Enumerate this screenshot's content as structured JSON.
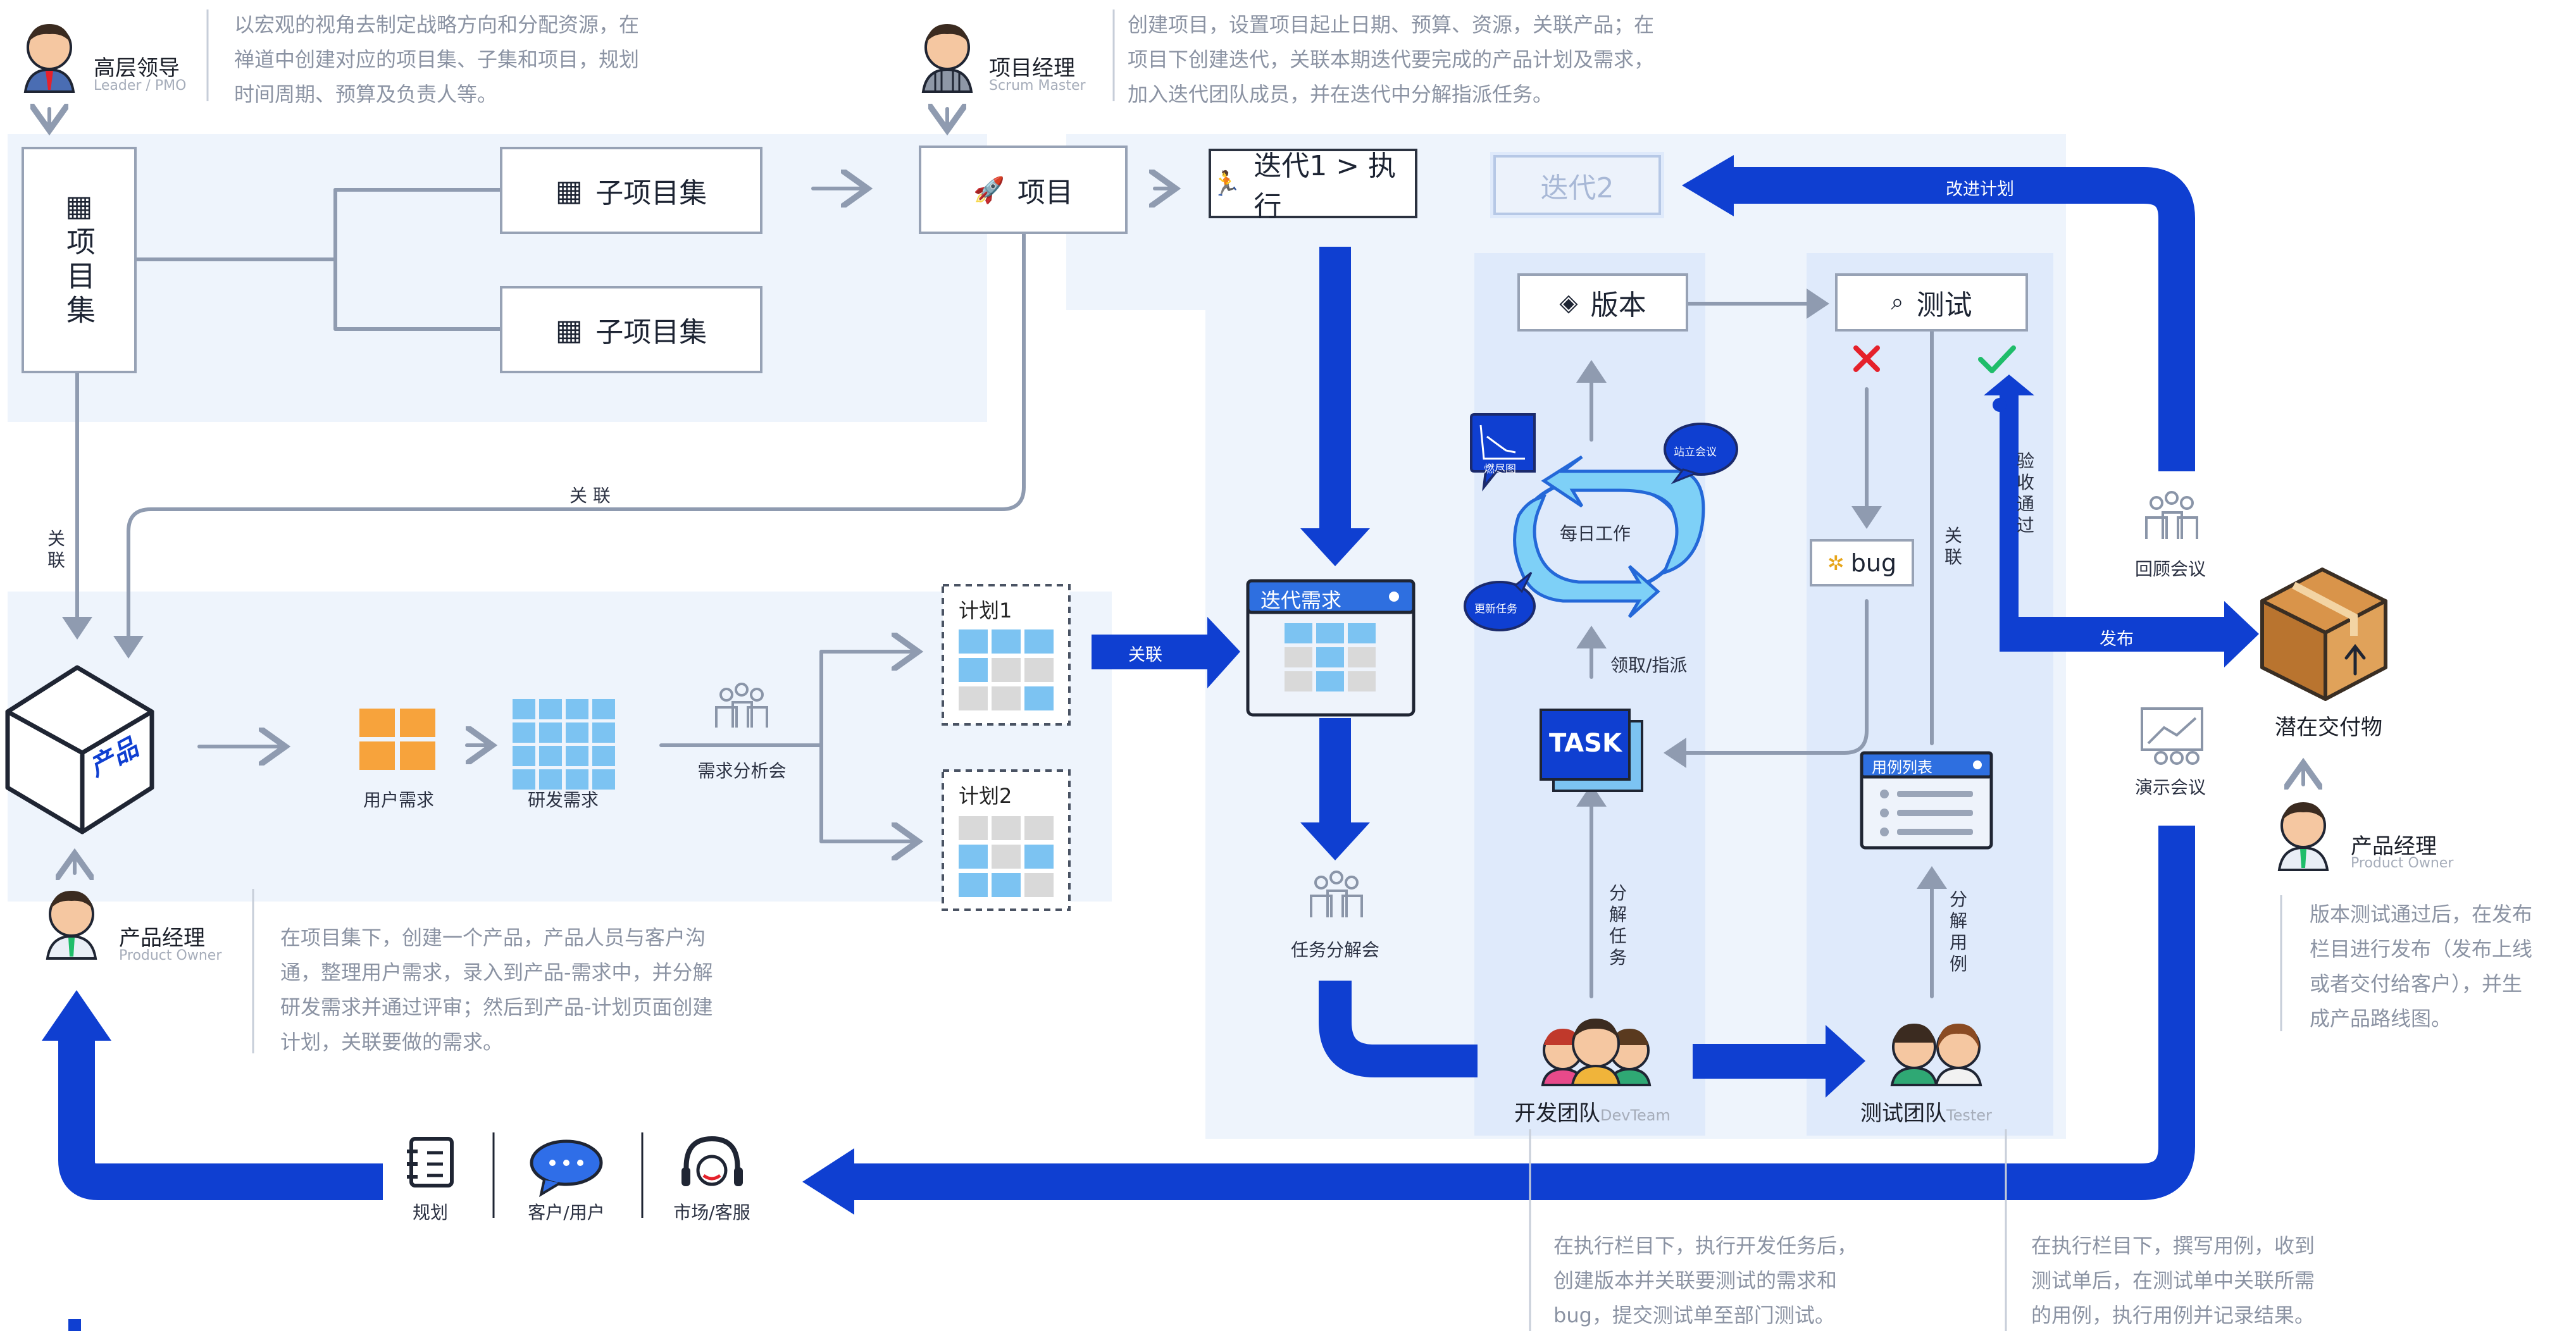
{
  "roles": {
    "leader": {
      "title": "高层领导",
      "sub": "Leader / PMO"
    },
    "scrum": {
      "title": "项目经理",
      "sub": "Scrum Master"
    },
    "po_left": {
      "title": "产品经理",
      "sub": "Product Owner"
    },
    "po_right": {
      "title": "产品经理",
      "sub": "Product Owner"
    }
  },
  "descriptions": {
    "leader": [
      "以宏观的视角去制定战略方向和分配资源，在",
      "禅道中创建对应的项目集、子集和项目，规划",
      "时间周期、预算及负责人等。"
    ],
    "scrum": [
      "创建项目，设置项目起止日期、预算、资源，关联产品；在",
      "项目下创建迭代，关联本期迭代要完成的产品计划及需求，",
      "加入迭代团队成员，并在迭代中分解指派任务。"
    ],
    "product": [
      "在项目集下，创建一个产品，产品人员与客户沟",
      "通，整理用户需求，录入到产品-需求中，并分解",
      "研发需求并通过评审；然后到产品-计划页面创建",
      "计划，关联要做的需求。"
    ],
    "release": [
      "版本测试通过后，在发布",
      "栏目进行发布（发布上线",
      "或者交付给客户），并生",
      "成产品路线图。"
    ],
    "dev": [
      "在执行栏目下，执行开发任务后，",
      "创建版本并关联要测试的需求和",
      "bug，提交测试单至部门测试。"
    ],
    "test": [
      "在执行栏目下，撰写用例，收到",
      "测试单后，在测试单中关联所需",
      "的用例，执行用例并记录结果。"
    ]
  },
  "nodes": {
    "program": "项目集",
    "subset1": "子项目集",
    "subset2": "子项目集",
    "project": "项目",
    "iteration1": "迭代1 > 执行",
    "iteration2": "迭代2",
    "build": "版本",
    "testing": "测试",
    "bug": "bug",
    "product": "产品",
    "plan1": "计划1",
    "plan2": "计划2",
    "iter_story": "迭代需求",
    "case_list": "用例列表",
    "task": "TASK"
  },
  "labels": {
    "link_v": "关联",
    "link_h": "关 联",
    "link_blue": "关联",
    "improve_plan": "改进计划",
    "release": "发布",
    "accept": "验收通过",
    "relate": "关联",
    "claim_assign": "领取/指派",
    "split_task": "分解任务",
    "split_case": "分解用例",
    "daily_work": "每日工作",
    "burndown": "燃尽图",
    "standup": "站立会议",
    "update_task": "更新任务",
    "retro": "回顾会议",
    "demo": "演示会议",
    "deliverable": "潜在交付物",
    "user_story": "用户需求",
    "dev_story": "研发需求",
    "story_review": "需求分析会",
    "task_split_meeting": "任务分解会",
    "dev_team": "开发团队",
    "dev_team_en": "DevTeam",
    "test_team": "测试团队",
    "test_team_en": "Tester",
    "plan": "规划",
    "customer": "客户/用户",
    "market": "市场/客服"
  },
  "colors": {
    "flow_blue": "#0f3fd1",
    "light_panel": "#eef4fc",
    "lane_panel": "#dfeafb",
    "note_orange": "#f7a33c",
    "note_blue": "#7cc3f2",
    "note_gray": "#d9d9d9",
    "fail_red": "#e5212b",
    "pass_green": "#1fbd6a"
  }
}
